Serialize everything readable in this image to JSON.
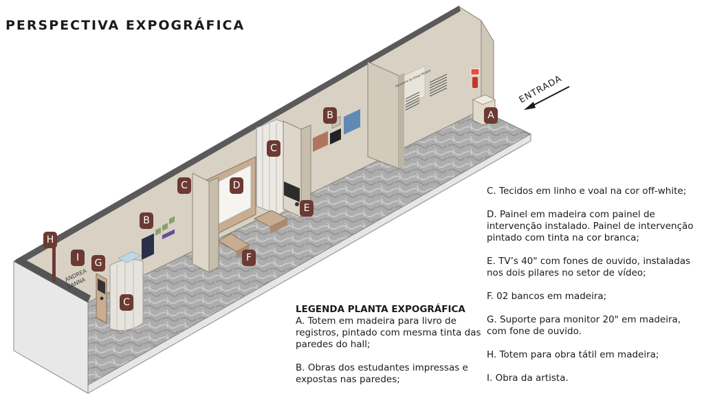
{
  "title": "PERSPECTIVA EXPOGRÁFICA",
  "entrance_label": "ENTRADA",
  "artist_label_line1": "ANDREA",
  "artist_label_line2": "LANNA",
  "wall_text_title": "Panorama da Ubiqui Modelo",
  "markers": {
    "A": "A",
    "B1": "B",
    "B2": "B",
    "C1": "C",
    "C2": "C",
    "C3": "C",
    "D": "D",
    "E": "E",
    "F": "F",
    "G": "G",
    "H": "H",
    "I": "I"
  },
  "legend": {
    "title": "LEGENDA PLANTA EXPOGRÁFICA",
    "A": "A. Totem em madeira para livro de registros, pintado com mesma tinta das paredes do hall;",
    "B": "B. Obras dos estudantes impressas e expostas nas paredes;",
    "C": "C. Tecidos em linho e voal na cor off-white;",
    "D": "D. Painel em madeira com painel de intervenção instalado. Painel de intervenção pintado com tinta na cor branca;",
    "E": "E. TV’s 40\" com fones de ouvido, instaladas nos dois pilares no setor de vídeo;",
    "F": "F. 02 bancos em madeira;",
    "G": "G. Suporte para monitor 20\" em madeira, com fone de ouvido.",
    "H": "H. Totem para obra tátil em madeira;",
    "I": "I. Obra da artista."
  },
  "colors": {
    "wall": "#d8d1c4",
    "wall_dark": "#c6bdae",
    "floor": "#a6a6a6",
    "marker": "#6b3a32",
    "wood": "#c8ad93",
    "outline": "#555555"
  }
}
